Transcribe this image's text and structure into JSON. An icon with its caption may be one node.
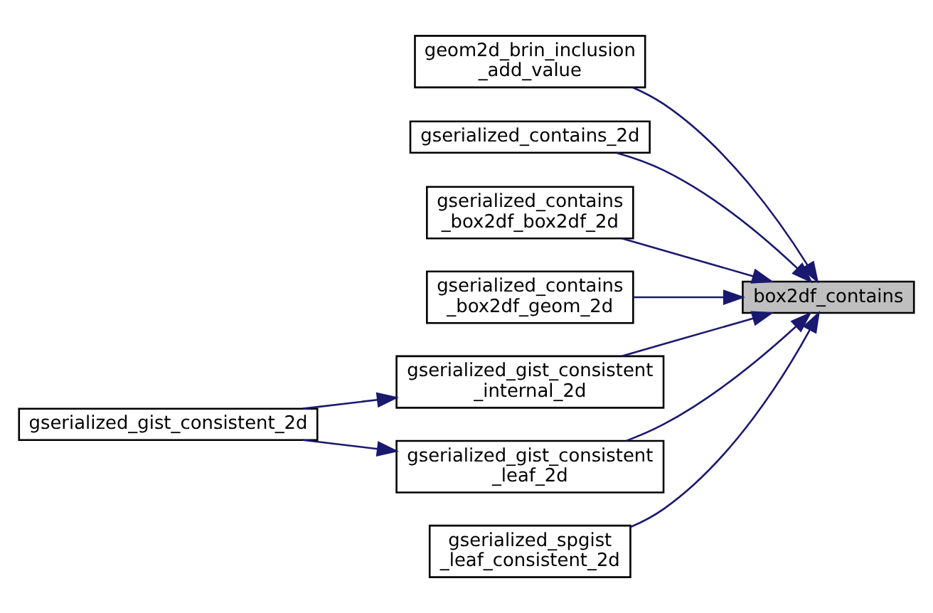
{
  "diagram": {
    "nodes": [
      {
        "text": [
          "box2df_contains"
        ]
      },
      {
        "text": [
          "geom2d_brin_inclusion _add_value"
        ]
      },
      {
        "text": [
          "gserialized_contains_2d"
        ]
      },
      {
        "text": [
          "gserialized_contains _box2df_box2df_2d"
        ]
      },
      {
        "text": [
          "gserialized_contains _box2df_geom_2d"
        ]
      },
      {
        "text": [
          "gserialized_gist_consistent _internal_2d"
        ]
      },
      {
        "text": [
          "gserialized_gist_consistent _leaf_2d"
        ]
      },
      {
        "text": [
          "gserialized_spgist _leaf_consistent_2d"
        ]
      },
      {
        "text": [
          "gserialized_gist_consistent_2d"
        ]
      }
    ],
    "edges": [
      {
        "from": 1,
        "to": 0,
        "arrow": "to",
        "color": "#191970"
      },
      {
        "from": 2,
        "to": 0,
        "arrow": "to",
        "color": "#191970"
      },
      {
        "from": 3,
        "to": 0,
        "arrow": "to",
        "color": "#191970"
      },
      {
        "from": 4,
        "to": 0,
        "arrow": "to",
        "color": "#191970"
      },
      {
        "from": 5,
        "to": 0,
        "arrow": "to",
        "color": "#191970"
      },
      {
        "from": 6,
        "to": 0,
        "arrow": "to",
        "color": "#191970"
      },
      {
        "from": 7,
        "to": 0,
        "arrow": "to",
        "color": "#191970"
      },
      {
        "from": 8,
        "to": 5,
        "arrow": "to",
        "color": "#191970"
      },
      {
        "from": 8,
        "to": 6,
        "arrow": "to",
        "color": "#191970"
      }
    ]
  }
}
